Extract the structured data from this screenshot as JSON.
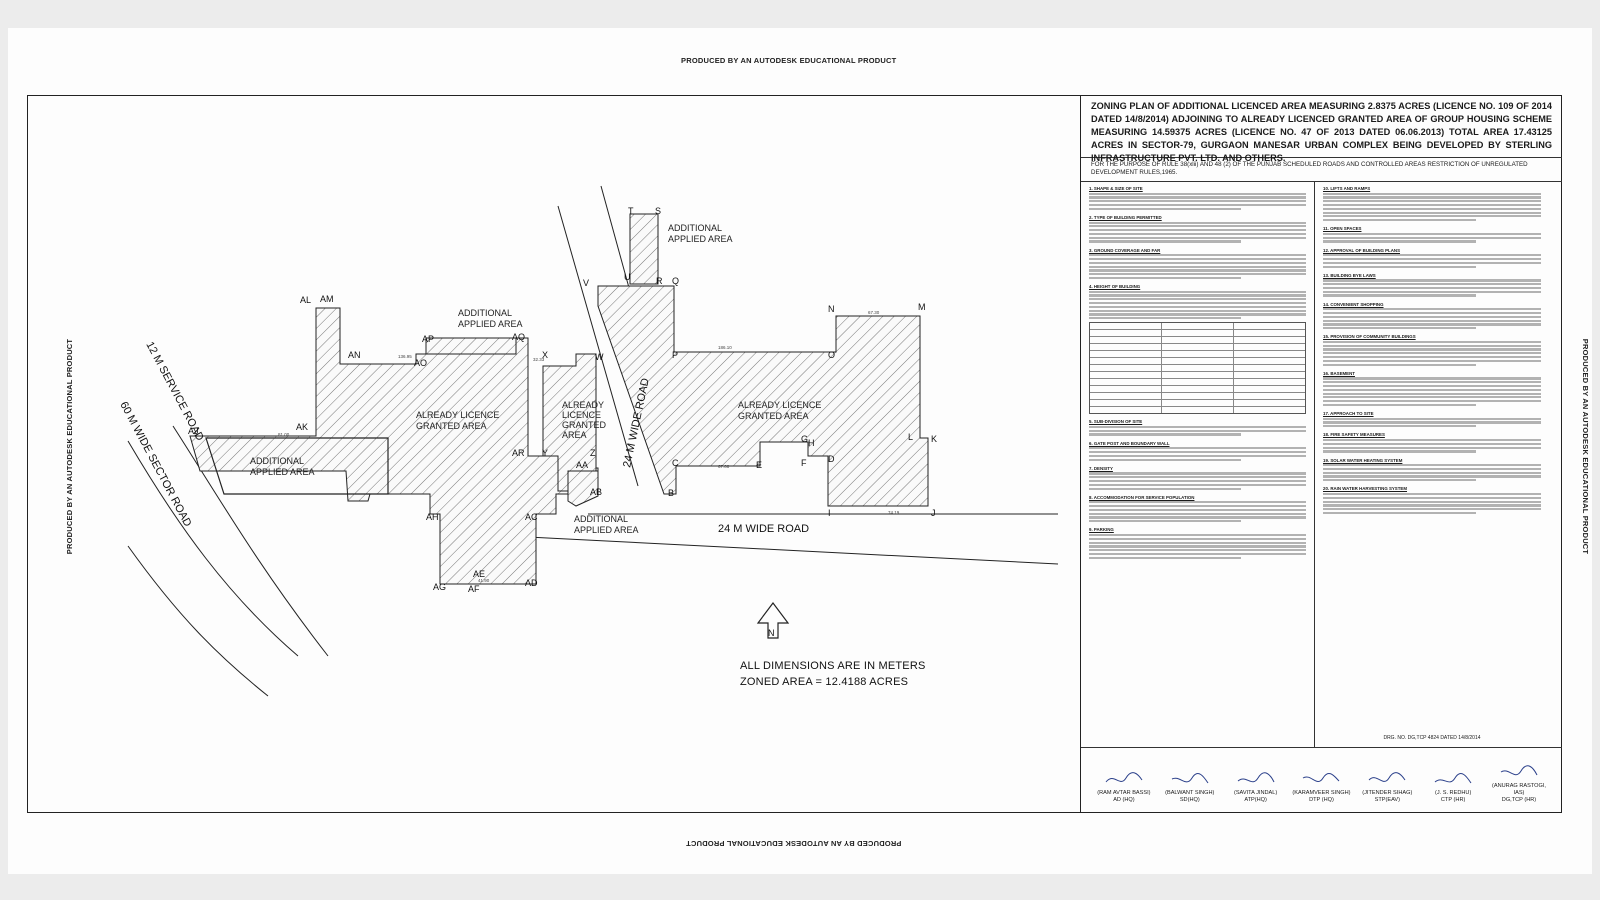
{
  "watermark": "PRODUCED BY AN AUTODESK EDUCATIONAL PRODUCT",
  "roads": {
    "service_road": "12 M SERVICE ROAD",
    "sector_road": "60 M  WIDE SECTOR ROAD",
    "wide_road_vertical": "24 M  WIDE ROAD",
    "wide_road_bottom": "24 M  WIDE ROAD"
  },
  "areas": {
    "additional_top": [
      "ADDITIONAL",
      "APPLIED AREA"
    ],
    "additional_mid": [
      "ADDITIONAL",
      "APPLIED AREA"
    ],
    "additional_left": [
      "ADDITIONAL",
      "APPLIED AREA"
    ],
    "additional_bottom": [
      "ADDITIONAL",
      "APPLIED AREA"
    ],
    "licence_left": [
      "ALREADY    LICENCE",
      "GRANTED AREA"
    ],
    "licence_mid": [
      "ALREADY",
      "LICENCE",
      "GRANTED",
      "AREA"
    ],
    "licence_right": [
      "ALREADY    LICENCE",
      "GRANTED AREA"
    ]
  },
  "points": [
    "AL",
    "AM",
    "AN",
    "AO",
    "AP",
    "AQ",
    "AK",
    "AJ",
    "AR",
    "AH",
    "AG",
    "AF",
    "AE",
    "AD",
    "AC",
    "AB",
    "AA",
    "Z",
    "Y",
    "X",
    "W",
    "V",
    "U",
    "T",
    "S",
    "R",
    "Q",
    "P",
    "O",
    "N",
    "M",
    "L",
    "K",
    "J",
    "I",
    "H",
    "G",
    "F",
    "E",
    "D",
    "C",
    "B"
  ],
  "north_label": "N",
  "notes": {
    "dimensions": "ALL DIMENSIONS ARE IN METERS",
    "zoned_area": "ZONED AREA = 12.4188 ACRES"
  },
  "panel": {
    "title": "ZONING PLAN OF ADDITIONAL LICENCED  AREA MEASURING 2.8375 ACRES (LICENCE NO. 109  OF 2014 DATED 14/8/2014) ADJOINING TO ALREADY LICENCED GRANTED AREA OF GROUP HOUSING SCHEME MEASURING 14.59375 ACRES (LICENCE NO. 47 OF 2013 DATED 06.06.2013) TOTAL AREA 17.43125 ACRES IN SECTOR-79, GURGAON MANESAR URBAN COMPLEX BEING DEVELOPED BY STERLING INFRASTRUCTURE PVT. LTD. AND OTHERS.",
    "subtitle": "FOR THE PURPOSE OF RULE 38(xlii) AND 48 (2) OF THE PUNJAB SCHEDULED ROADS  AND CONTROLLED AREAS RESTRICTION OF UNREGULATED DEVELOPMENT RULES,1965.",
    "left_sections": [
      "1. SHAPE & SIZE OF SITE",
      "2. TYPE OF BUILDING PERMITTED",
      "3. GROUND COVERAGE AND FAR",
      "4. HEIGHT OF BUILDING",
      "5. SUB-DIVISION OF SITE",
      "6. GATE POST AND BOUNDARY WALL",
      "7. DENSITY",
      "8. ACCOMMODATION FOR SERVICE POPULATION",
      "9. PARKING"
    ],
    "right_sections": [
      "10. LIFTS AND RAMPS",
      "11. OPEN SPACES",
      "12. APPROVAL OF BUILDING PLANS",
      "13. BUILDING BYE LAWS",
      "14. CONVENIENT SHOPPING",
      "15. PROVISION OF COMMUNITY BUILDINGS",
      "16. BASEMENT",
      "17. APPROACH TO SITE",
      "18. FIRE SAFETY MEASURES",
      "19. SOLAR WATER HEATING SYSTEM",
      "20. RAIN WATER HARVESTING SYSTEM"
    ],
    "drawing_no": "DRG. NO. DG,TCP   4824      DATED   14/8/2014"
  },
  "signatures": [
    {
      "name": "(RAM AVTAR BASSI)",
      "role": "AD (HQ)"
    },
    {
      "name": "(BALWANT SINGH)",
      "role": "SD(HQ)"
    },
    {
      "name": "(SAVITA JINDAL)",
      "role": "ATP(HQ)"
    },
    {
      "name": "(KARAMVEER SINGH)",
      "role": "DTP (HQ)"
    },
    {
      "name": "(JITENDER SIHAG)",
      "role": "STP(EAV)"
    },
    {
      "name": "(J. S. REDHU)",
      "role": "CTP (HR)"
    },
    {
      "name": "(ANURAG RASTOGI, IAS)",
      "role": "DG,TCP (HR)"
    }
  ]
}
